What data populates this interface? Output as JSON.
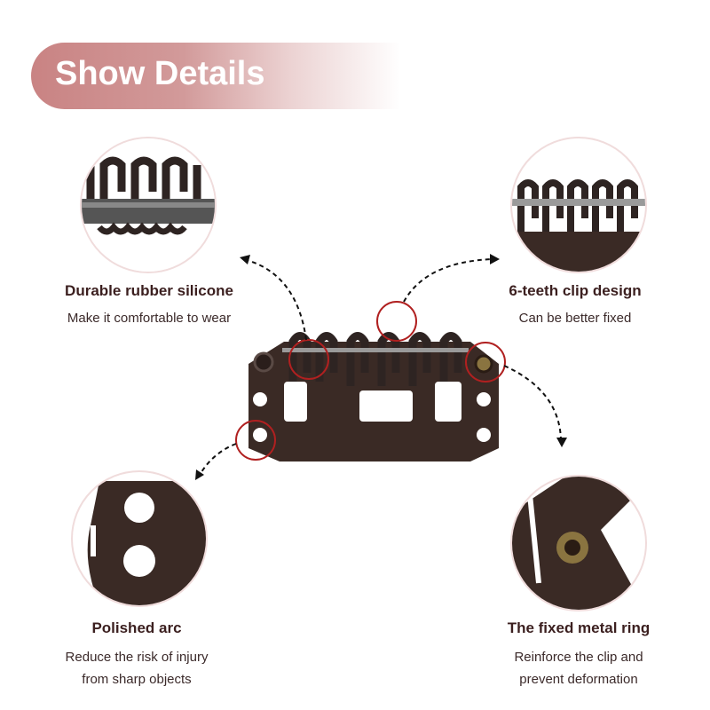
{
  "header": {
    "title": "Show Details"
  },
  "features": [
    {
      "title": "Durable rubber silicone",
      "description": [
        "Make it comfortable to wear"
      ]
    },
    {
      "title": "6-teeth clip design",
      "description": [
        "Can be better fixed"
      ]
    },
    {
      "title": "Polished arc",
      "description": [
        "Reduce the risk of injury",
        "from sharp objects"
      ]
    },
    {
      "title": "The fixed metal ring",
      "description": [
        "Reinforce the clip and",
        "prevent deformation"
      ]
    }
  ],
  "colors": {
    "accent": "#c98383",
    "highlight": "#b02020",
    "clip": "#3a2a25"
  }
}
